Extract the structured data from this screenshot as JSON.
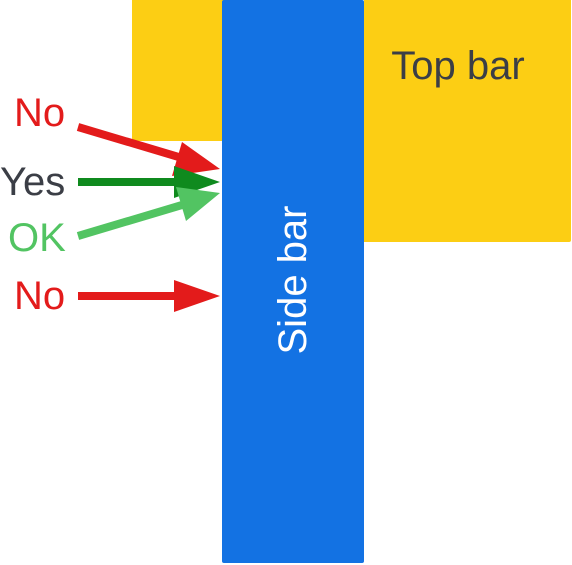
{
  "labels": {
    "top_bar": "Top bar",
    "side_bar": "Side bar"
  },
  "arrows": [
    {
      "label": "No",
      "color": "#e31b1b"
    },
    {
      "label": "Yes",
      "color": "#0f8a1e"
    },
    {
      "label": "OK",
      "color": "#52c462"
    },
    {
      "label": "No",
      "color": "#e31b1b"
    }
  ],
  "colors": {
    "top_bar": "#fcce14",
    "side_bar": "#1372e3",
    "text_dark": "#3b3e46"
  }
}
